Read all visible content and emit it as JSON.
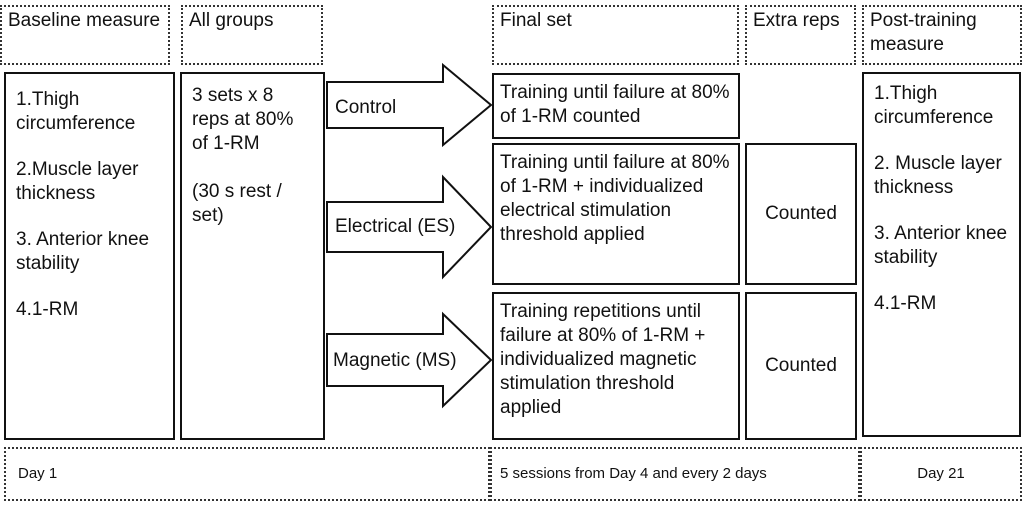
{
  "headers": {
    "baseline": "Baseline measure",
    "all_groups": "All groups",
    "final_set": "Final set",
    "extra_reps": "Extra reps",
    "post_training": "Post-training measure"
  },
  "baseline_items": [
    "1.Thigh circumference",
    "2.Muscle layer thickness",
    "3. Anterior knee stability",
    "4.1-RM"
  ],
  "all_groups_body": {
    "protocol": "3 sets x 8 reps at 80% of 1-RM",
    "rest": "(30 s rest / set)"
  },
  "groups": {
    "control": "Control",
    "electrical": "Electrical (ES)",
    "magnetic": "Magnetic (MS)"
  },
  "final_set": {
    "control": "Training until failure at 80% of 1-RM counted",
    "electrical": "Training until failure at 80% of 1-RM + individualized electrical stimulation threshold applied",
    "magnetic": "Training repetitions until failure at 80% of 1-RM + individualized magnetic stimulation threshold applied"
  },
  "extra_reps": {
    "electrical": "Counted",
    "magnetic": "Counted"
  },
  "post_items": [
    "1.Thigh circumference",
    "2. Muscle layer thickness",
    "3. Anterior knee stability",
    "4.1-RM"
  ],
  "timeline": {
    "day1": "Day 1",
    "sessions": "5 sessions from Day 4 and every 2 days",
    "day21": "Day 21"
  }
}
